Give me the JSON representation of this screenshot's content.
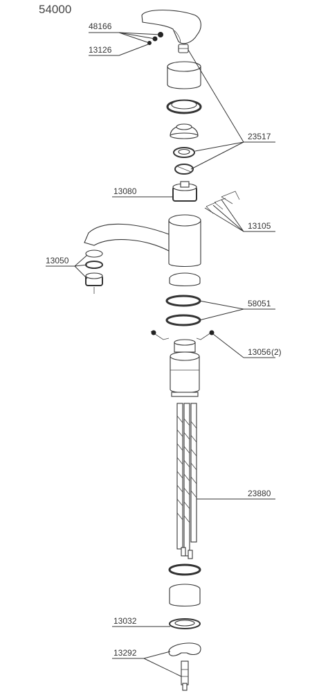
{
  "diagram_title": "54000",
  "parts": {
    "p48166": "48166",
    "p13126": "13126",
    "p23517": "23517",
    "p13080": "13080",
    "p13105": "13105",
    "p13050": "13050",
    "p58051": "58051",
    "p13056": "13056",
    "p13056_qty": "(2)",
    "p23880": "23880",
    "p13032": "13032",
    "p13292": "13292"
  }
}
